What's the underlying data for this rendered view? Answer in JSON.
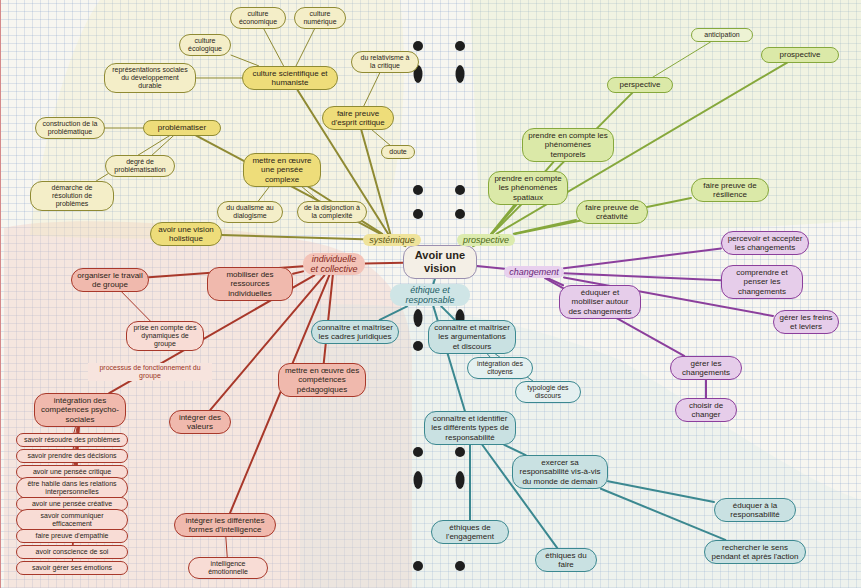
{
  "diagram": {
    "nodes": [
      {
        "text": [
          "Avoir une vision"
        ]
      },
      {
        "text": [
          "systémique"
        ]
      },
      {
        "text": [
          "prospective"
        ]
      },
      {
        "text": [
          "changement"
        ]
      },
      {
        "text": [
          "éthique et responsable"
        ]
      },
      {
        "text": [
          "individuelle et collective"
        ]
      },
      {
        "text": [
          "culture scientifique et humaniste"
        ]
      },
      {
        "text": [
          "culture écologique"
        ]
      },
      {
        "text": [
          "culture économique"
        ]
      },
      {
        "text": [
          "culture numérique"
        ]
      },
      {
        "text": [
          "représentations sociales du développement durable"
        ]
      },
      {
        "text": [
          "du relativisme à la critique"
        ]
      },
      {
        "text": [
          "faire preuve d'esprit critique"
        ]
      },
      {
        "text": [
          "doute"
        ]
      },
      {
        "text": [
          "problématiser"
        ]
      },
      {
        "text": [
          "degré de problématisation"
        ]
      },
      {
        "text": [
          "démarche de résolution de problèmes"
        ]
      },
      {
        "text": [
          "construction de la problématique"
        ]
      },
      {
        "text": [
          "mettre en œuvre une pensée complexe"
        ]
      },
      {
        "text": [
          "du dualisme au dialogisme"
        ]
      },
      {
        "text": [
          "de la disjonction à la complexité"
        ]
      },
      {
        "text": [
          "avoir une vision holistique"
        ]
      },
      {
        "text": [
          "prospective"
        ]
      },
      {
        "text": [
          "perspective"
        ]
      },
      {
        "text": [
          "anticipation"
        ]
      },
      {
        "text": [
          "prendre en compte les phénomènes temporels"
        ]
      },
      {
        "text": [
          "prendre en compte les phénomènes spatiaux"
        ]
      },
      {
        "text": [
          "faire preuve de créativité"
        ]
      },
      {
        "text": [
          "faire preuve de résilience"
        ]
      },
      {
        "text": [
          "percevoir et accepter les changements"
        ]
      },
      {
        "text": [
          "comprendre et penser les changements"
        ]
      },
      {
        "text": [
          "éduquer et mobiliser autour des changements"
        ]
      },
      {
        "text": [
          "gérer les freins et leviers"
        ]
      },
      {
        "text": [
          "gérer les changements"
        ]
      },
      {
        "text": [
          "choisir de changer"
        ]
      },
      {
        "text": [
          "connaître et maîtriser les cadres juridiques"
        ]
      },
      {
        "text": [
          "connaître et maîtriser les argumentations et discours"
        ]
      },
      {
        "text": [
          "intégration des citoyens"
        ]
      },
      {
        "text": [
          "typologie des discours"
        ]
      },
      {
        "text": [
          "connaître et identifier les différents types de responsabilité"
        ]
      },
      {
        "text": [
          "exercer sa responsabilité vis-à-vis du monde de demain"
        ]
      },
      {
        "text": [
          "éduquer à la responsabilité"
        ]
      },
      {
        "text": [
          "rechercher le sens pendant et après l'action"
        ]
      },
      {
        "text": [
          "éthiques de l'engagement"
        ]
      },
      {
        "text": [
          "éthiques du faire"
        ]
      },
      {
        "text": [
          "organiser le travail de groupe"
        ]
      },
      {
        "text": [
          "mobiliser des ressources individuelles"
        ]
      },
      {
        "text": [
          "mettre en œuvre des compétences pédagogiques"
        ]
      },
      {
        "text": [
          "intégration des compétences psycho-sociales"
        ]
      },
      {
        "text": [
          "intégrer des valeurs"
        ]
      },
      {
        "text": [
          "intégrer les différentes formes d'intelligence"
        ]
      },
      {
        "text": [
          "prise en compte des dynamiques de groupe"
        ]
      },
      {
        "text": [
          "savoir résoudre des problèmes"
        ]
      },
      {
        "text": [
          "savoir prendre des décisions"
        ]
      },
      {
        "text": [
          "avoir une pensée critique"
        ]
      },
      {
        "text": [
          "être habile dans les relations interpersonnelles"
        ]
      },
      {
        "text": [
          "avoir une pensée créative"
        ]
      },
      {
        "text": [
          "savoir communiquer efficacement"
        ]
      },
      {
        "text": [
          "faire preuve d'empathie"
        ]
      },
      {
        "text": [
          "avoir conscience de soi"
        ]
      },
      {
        "text": [
          "savoir gérer ses émotions"
        ]
      },
      {
        "text": [
          "intelligence émotionnelle"
        ]
      }
    ],
    "edges": [
      {
        "from": 0,
        "to": 1,
        "arrow": "none"
      },
      {
        "from": 0,
        "to": 2,
        "arrow": "none"
      },
      {
        "from": 0,
        "to": 3,
        "arrow": "none"
      },
      {
        "from": 0,
        "to": 4,
        "arrow": "none"
      },
      {
        "from": 0,
        "to": 5,
        "arrow": "none"
      },
      {
        "from": 1,
        "to": 6,
        "arrow": "none"
      },
      {
        "from": 1,
        "to": 12,
        "arrow": "none"
      },
      {
        "from": 1,
        "to": 14,
        "arrow": "none"
      },
      {
        "from": 1,
        "to": 18,
        "arrow": "none"
      },
      {
        "from": 1,
        "to": 21,
        "arrow": "none"
      },
      {
        "from": 6,
        "to": 7,
        "arrow": "none"
      },
      {
        "from": 6,
        "to": 8,
        "arrow": "none"
      },
      {
        "from": 6,
        "to": 9,
        "arrow": "none"
      },
      {
        "from": 6,
        "to": 10,
        "arrow": "none"
      },
      {
        "from": 12,
        "to": 11,
        "arrow": "none"
      },
      {
        "from": 12,
        "to": 13,
        "arrow": "none"
      },
      {
        "from": 14,
        "to": 15,
        "arrow": "none"
      },
      {
        "from": 14,
        "to": 16,
        "arrow": "none"
      },
      {
        "from": 14,
        "to": 17,
        "arrow": "none"
      },
      {
        "from": 18,
        "to": 19,
        "arrow": "none"
      },
      {
        "from": 18,
        "to": 20,
        "arrow": "none"
      },
      {
        "from": 2,
        "to": 22,
        "arrow": "none"
      },
      {
        "from": 2,
        "to": 23,
        "arrow": "none"
      },
      {
        "from": 2,
        "to": 25,
        "arrow": "none"
      },
      {
        "from": 2,
        "to": 26,
        "arrow": "none"
      },
      {
        "from": 2,
        "to": 27,
        "arrow": "none"
      },
      {
        "from": 2,
        "to": 28,
        "arrow": "none"
      },
      {
        "from": 23,
        "to": 24,
        "arrow": "none"
      },
      {
        "from": 3,
        "to": 29,
        "arrow": "none"
      },
      {
        "from": 3,
        "to": 30,
        "arrow": "none"
      },
      {
        "from": 3,
        "to": 31,
        "arrow": "none"
      },
      {
        "from": 3,
        "to": 32,
        "arrow": "none"
      },
      {
        "from": 3,
        "to": 33,
        "arrow": "none"
      },
      {
        "from": 33,
        "to": 34,
        "arrow": "none"
      },
      {
        "from": 4,
        "to": 35,
        "arrow": "none"
      },
      {
        "from": 4,
        "to": 36,
        "arrow": "none"
      },
      {
        "from": 4,
        "to": 39,
        "arrow": "none"
      },
      {
        "from": 36,
        "to": 37,
        "arrow": "none"
      },
      {
        "from": 36,
        "to": 38,
        "arrow": "none"
      },
      {
        "from": 39,
        "to": 40,
        "arrow": "none"
      },
      {
        "from": 39,
        "to": 43,
        "arrow": "none"
      },
      {
        "from": 39,
        "to": 44,
        "arrow": "none"
      },
      {
        "from": 40,
        "to": 41,
        "arrow": "none"
      },
      {
        "from": 40,
        "to": 42,
        "arrow": "none"
      },
      {
        "from": 5,
        "to": 45,
        "arrow": "none"
      },
      {
        "from": 5,
        "to": 46,
        "arrow": "none"
      },
      {
        "from": 5,
        "to": 47,
        "arrow": "none"
      },
      {
        "from": 5,
        "to": 48,
        "arrow": "none"
      },
      {
        "from": 5,
        "to": 49,
        "arrow": "none"
      },
      {
        "from": 5,
        "to": 50,
        "arrow": "none"
      },
      {
        "from": 45,
        "to": 51,
        "arrow": "none"
      },
      {
        "from": 48,
        "to": 52,
        "arrow": "none"
      },
      {
        "from": 48,
        "to": 53,
        "arrow": "none"
      },
      {
        "from": 48,
        "to": 54,
        "arrow": "none"
      },
      {
        "from": 48,
        "to": 55,
        "arrow": "none"
      },
      {
        "from": 48,
        "to": 56,
        "arrow": "none"
      },
      {
        "from": 48,
        "to": 57,
        "arrow": "none"
      },
      {
        "from": 48,
        "to": 58,
        "arrow": "none"
      },
      {
        "from": 48,
        "to": 59,
        "arrow": "none"
      },
      {
        "from": 48,
        "to": 60,
        "arrow": "none"
      },
      {
        "from": 50,
        "to": 61,
        "arrow": "none"
      }
    ],
    "labels": [
      "processus de fonctionnement du groupe"
    ]
  }
}
